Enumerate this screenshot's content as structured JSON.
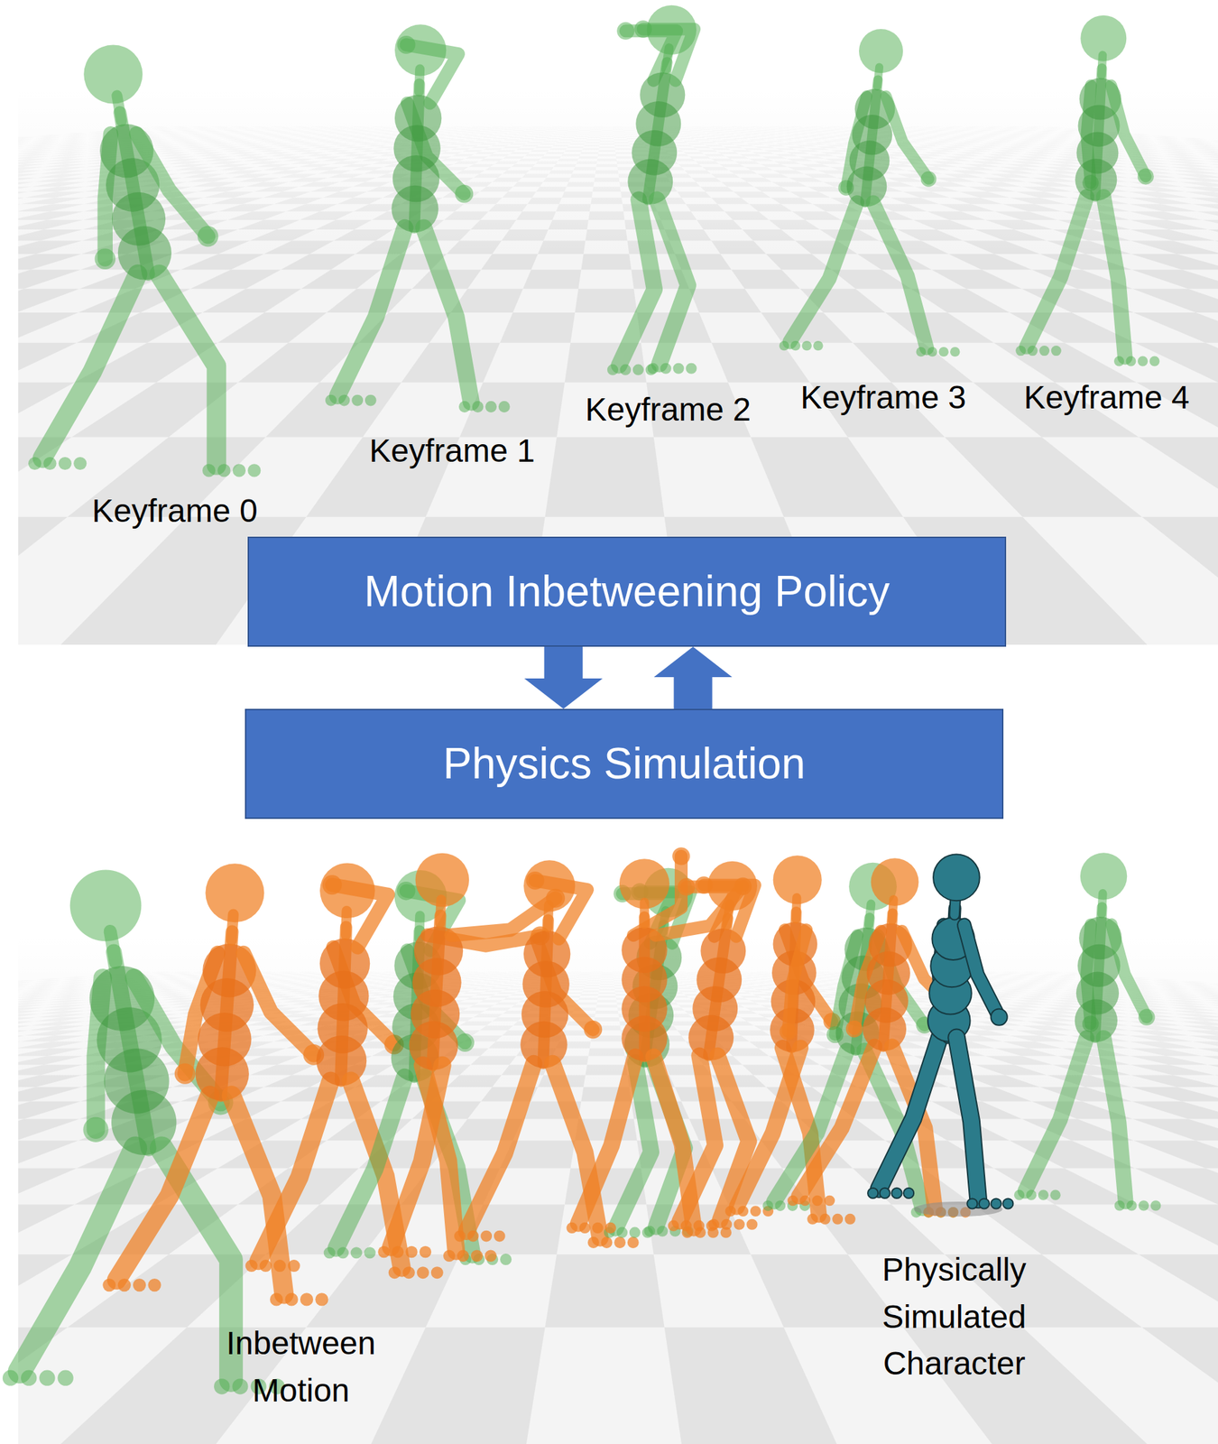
{
  "diagram": {
    "nodes": [
      {
        "text": [
          "Motion Inbetweening Policy"
        ]
      },
      {
        "text": [
          "Physics Simulation"
        ]
      }
    ],
    "edges": [
      {
        "from": 0,
        "to": 1,
        "arrow": "to"
      },
      {
        "from": 1,
        "to": 0,
        "arrow": "to"
      }
    ],
    "labels": [
      "Keyframe 0",
      "Keyframe 1",
      "Keyframe 2",
      "Keyframe 3",
      "Keyframe 4",
      "Inbetween Motion",
      "Physically Simulated Character"
    ]
  }
}
